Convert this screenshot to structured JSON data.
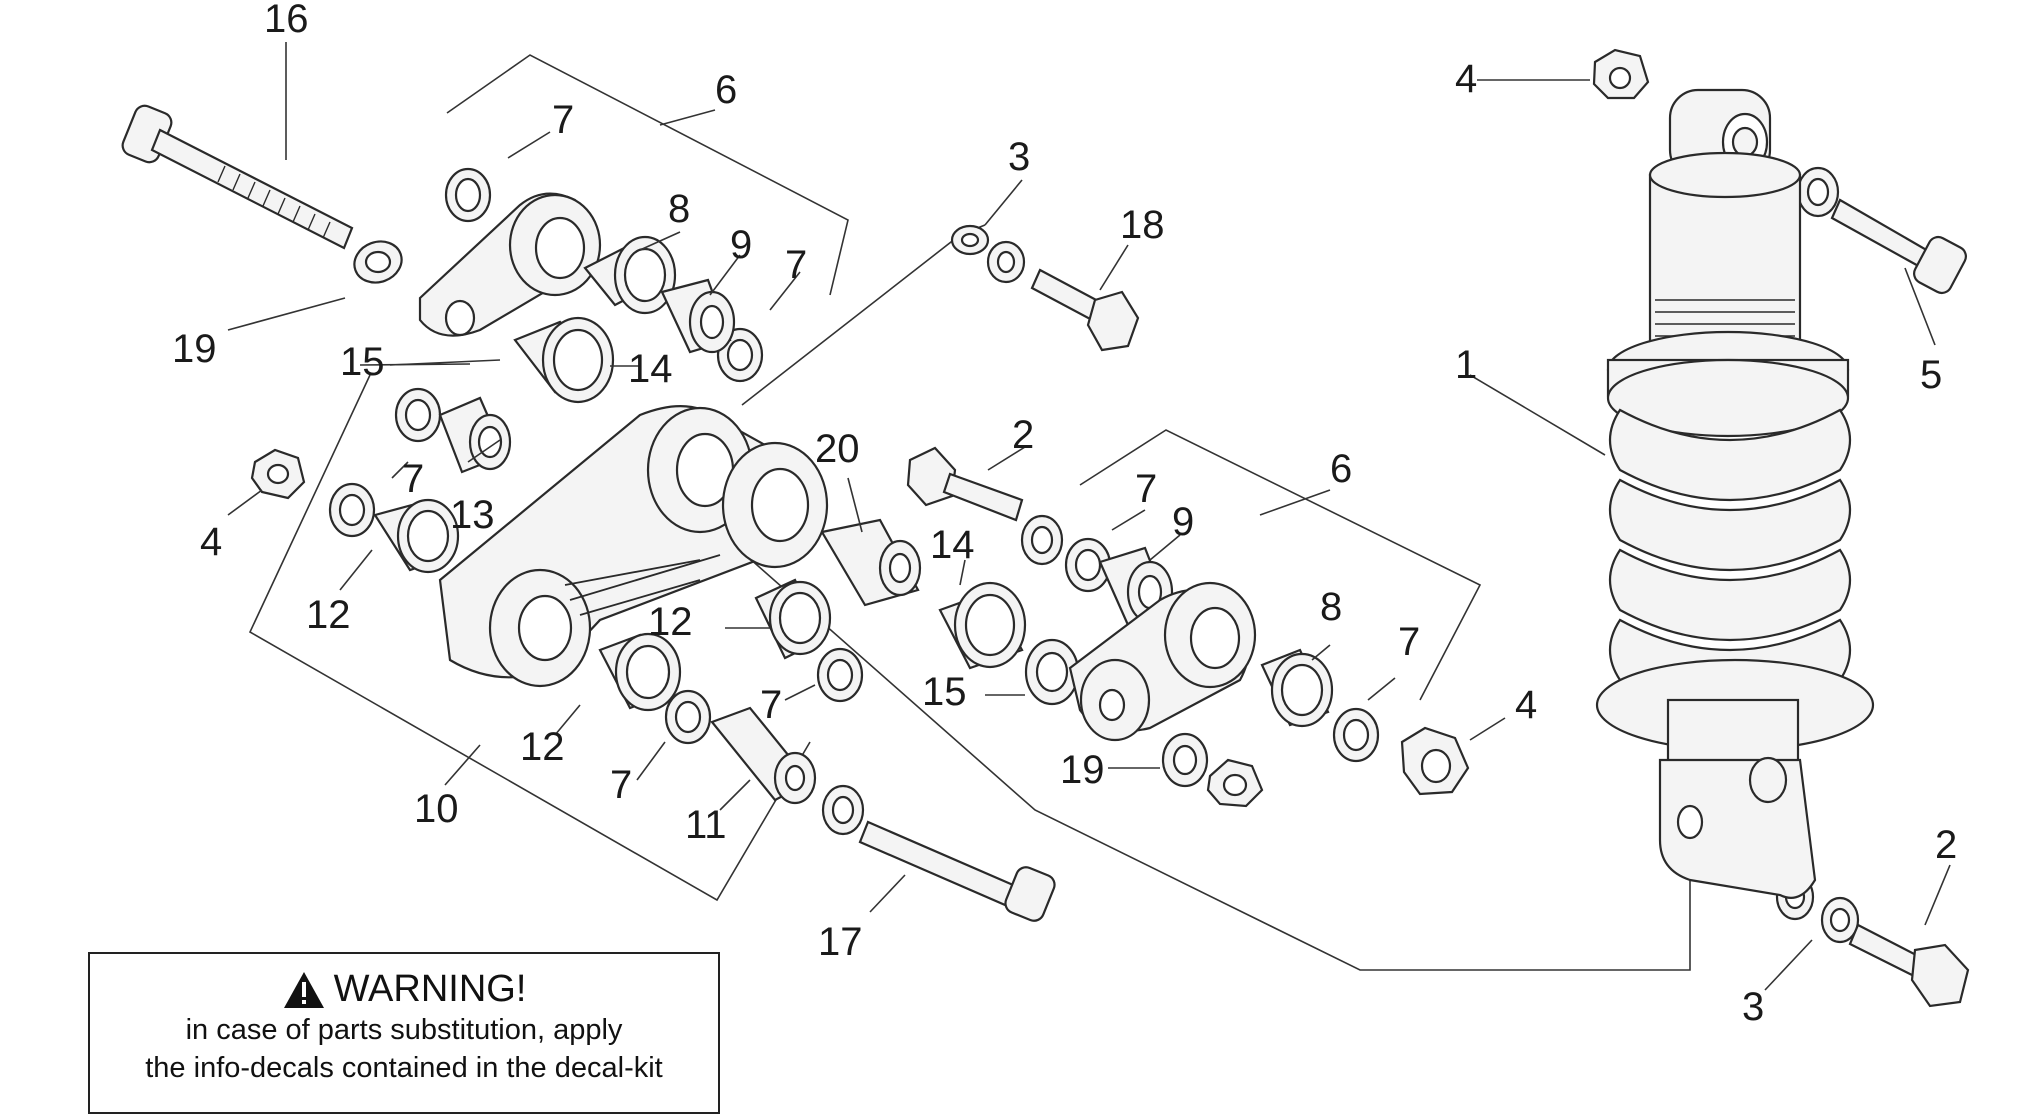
{
  "callouts": [
    "16",
    "6",
    "7",
    "8",
    "9",
    "7",
    "3",
    "18",
    "19",
    "15",
    "14",
    "4",
    "7",
    "13",
    "12",
    "20",
    "2",
    "7",
    "9",
    "6",
    "14",
    "12",
    "7",
    "15",
    "8",
    "7",
    "4",
    "19",
    "12",
    "7",
    "11",
    "10",
    "17",
    "4",
    "5",
    "1",
    "2",
    "3"
  ],
  "warning": {
    "icon": "warning-triangle-icon",
    "title": "WARNING!",
    "line1": "in case of parts substitution, apply",
    "line2": "the info-decals contained in the decal-kit"
  }
}
